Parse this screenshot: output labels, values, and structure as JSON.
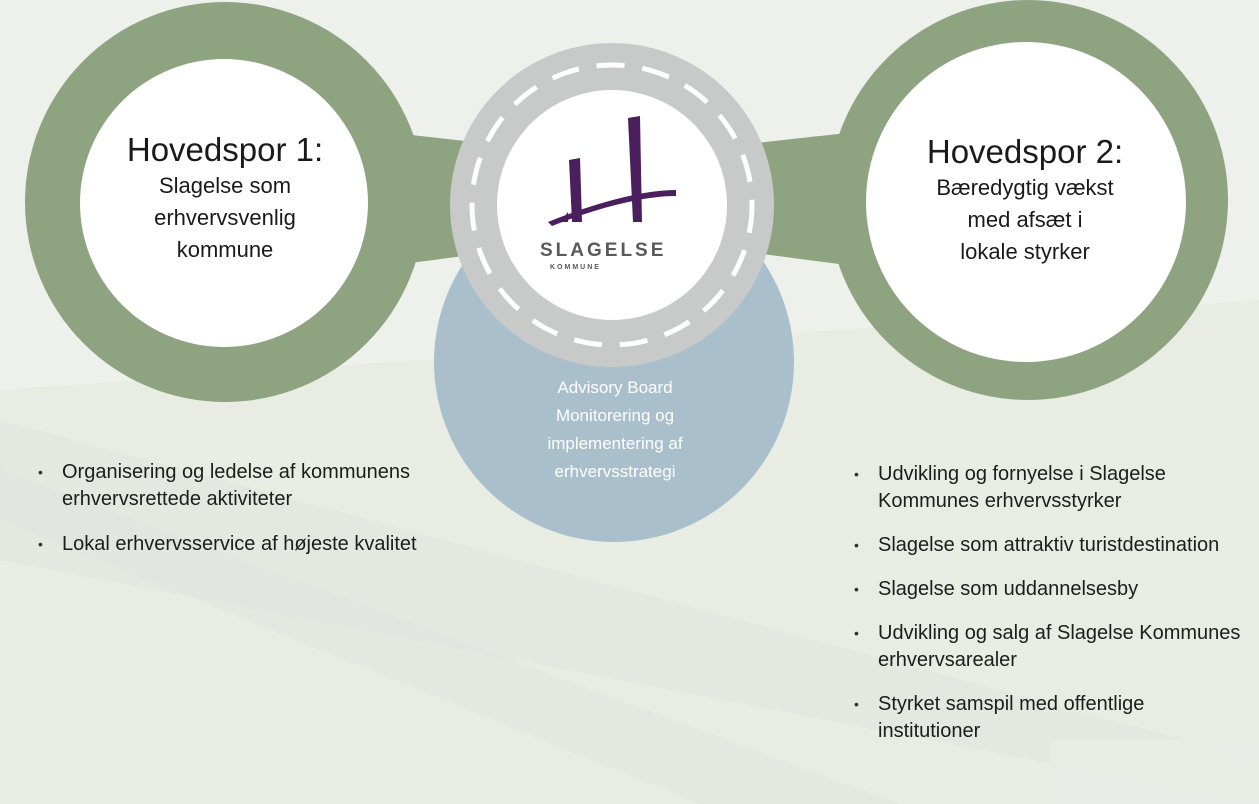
{
  "left_circle": {
    "title": "Hovedspor 1:",
    "lines": [
      "Slagelse som",
      "erhvervsvenlig",
      "kommune"
    ]
  },
  "right_circle": {
    "title": "Hovedspor 2:",
    "lines": [
      "Bæredygtig vækst",
      "med afsæt i",
      "lokale styrker"
    ]
  },
  "logo": {
    "name": "SLAGELSE",
    "subtitle": "KOMMUNE",
    "color": "#4b1f5e"
  },
  "advisory": {
    "lines": [
      "Advisory Board",
      "Monitorering og",
      "implementering af",
      "erhvervsstrategi"
    ]
  },
  "left_bullets": [
    "Organisering og ledelse af kommunens erhvervsrettede aktiviteter",
    "Lokal erhvervsservice af højeste kvalitet"
  ],
  "right_bullets": [
    "Udvikling og fornyelse i Slagelse Kommunes erhvervsstyrker",
    "Slagelse som attraktiv turistdestination",
    "Slagelse som uddannelsesby",
    "Udvikling og salg af Slagelse Kommunes erhvervsarealer",
    "Styrket samspil med offentlige institutioner"
  ],
  "colors": {
    "green": "#8ea380",
    "blue": "#a9bfcc",
    "ring": "#c8c9c9",
    "purple": "#4b1f5e"
  }
}
